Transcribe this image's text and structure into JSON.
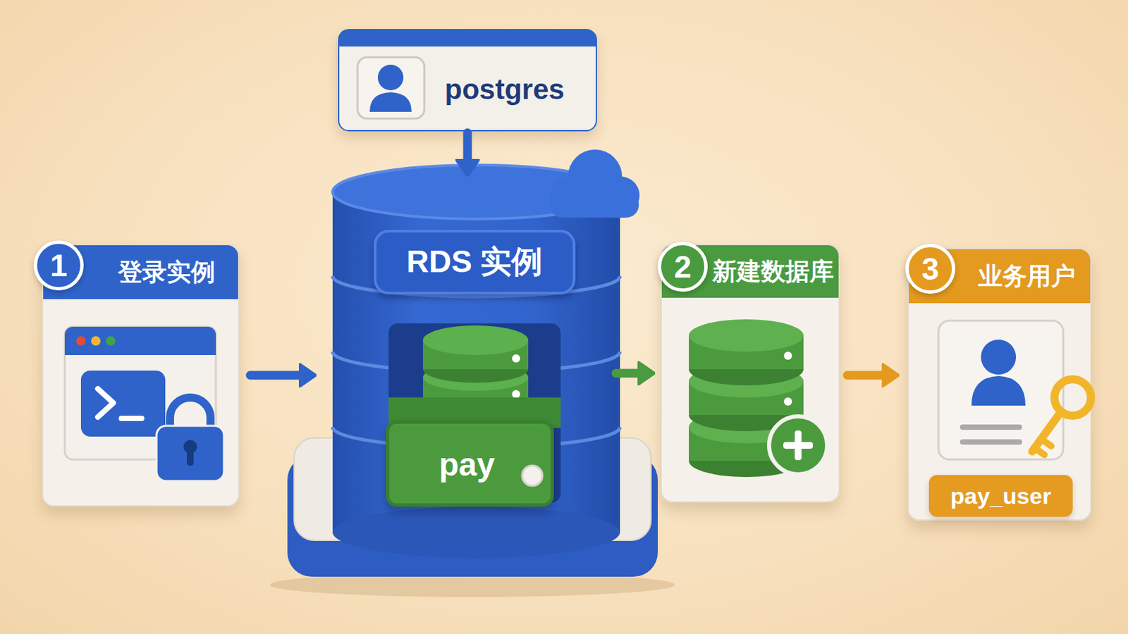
{
  "diagram": {
    "nodes": [
      {
        "text": [
          "postgres"
        ]
      },
      {
        "text": [
          "1",
          "登录实例"
        ]
      },
      {
        "text": [
          "RDS 实例"
        ]
      },
      {
        "text": [
          "pay"
        ],
        "in": 2
      },
      {
        "text": [
          "2",
          "新建数据库"
        ]
      },
      {
        "text": [
          "3",
          "业务用户"
        ]
      },
      {
        "text": [
          "pay_user"
        ],
        "in": 5
      }
    ],
    "edges": [
      {
        "from": 0,
        "to": 2,
        "arrow": "to"
      },
      {
        "from": 1,
        "to": 2,
        "arrow": "to"
      },
      {
        "from": 2,
        "to": 4,
        "arrow": "to"
      },
      {
        "from": 4,
        "to": 5,
        "arrow": "to"
      }
    ]
  }
}
